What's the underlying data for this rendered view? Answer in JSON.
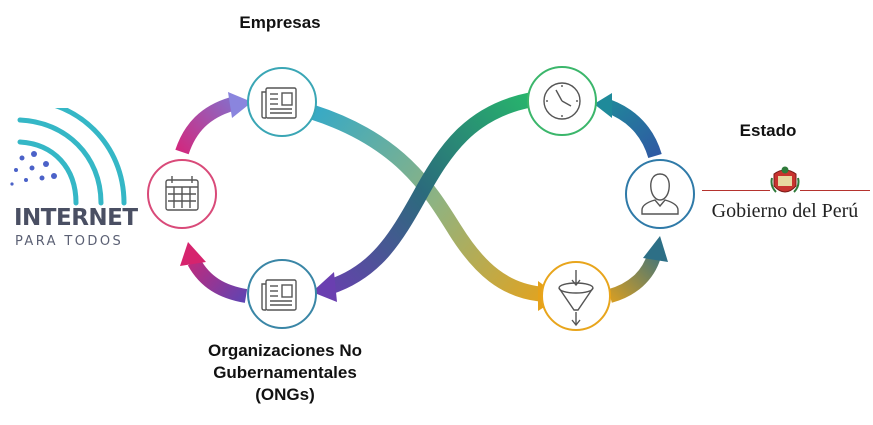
{
  "labels": {
    "empresas": "Empresas",
    "estado": "Estado",
    "ongs_line1": "Organizaciones No",
    "ongs_line2": "Gubernamentales",
    "ongs_line3": "(ONGs)"
  },
  "logos": {
    "internet_para_todos": {
      "word1": "INTERNET",
      "word2": "PARA TODOS"
    },
    "gobierno": {
      "text": "Gobierno del Perú"
    }
  },
  "nodes": [
    {
      "name": "calendar-node",
      "icon": "calendar-icon",
      "ring_color": "#d94a79"
    },
    {
      "name": "empresas-node",
      "icon": "newspaper-icon",
      "ring_color": "#3aa6b5"
    },
    {
      "name": "ongs-node",
      "icon": "newspaper-icon",
      "ring_color": "#3a86a6"
    },
    {
      "name": "clock-node",
      "icon": "clock-icon",
      "ring_color": "#3bb66b"
    },
    {
      "name": "funnel-node",
      "icon": "funnel-icon",
      "ring_color": "#e8a51c"
    },
    {
      "name": "user-node",
      "icon": "user-icon",
      "ring_color": "#2f7aa8"
    }
  ],
  "colors": {
    "magenta": "#d6246e",
    "purple": "#6a3fb0",
    "teal": "#3aa9b8",
    "green": "#2fb067",
    "gold": "#e6a21a",
    "blue": "#2f6aa4",
    "dark_teal": "#2a6b7d",
    "peru_red": "#b5332e"
  }
}
